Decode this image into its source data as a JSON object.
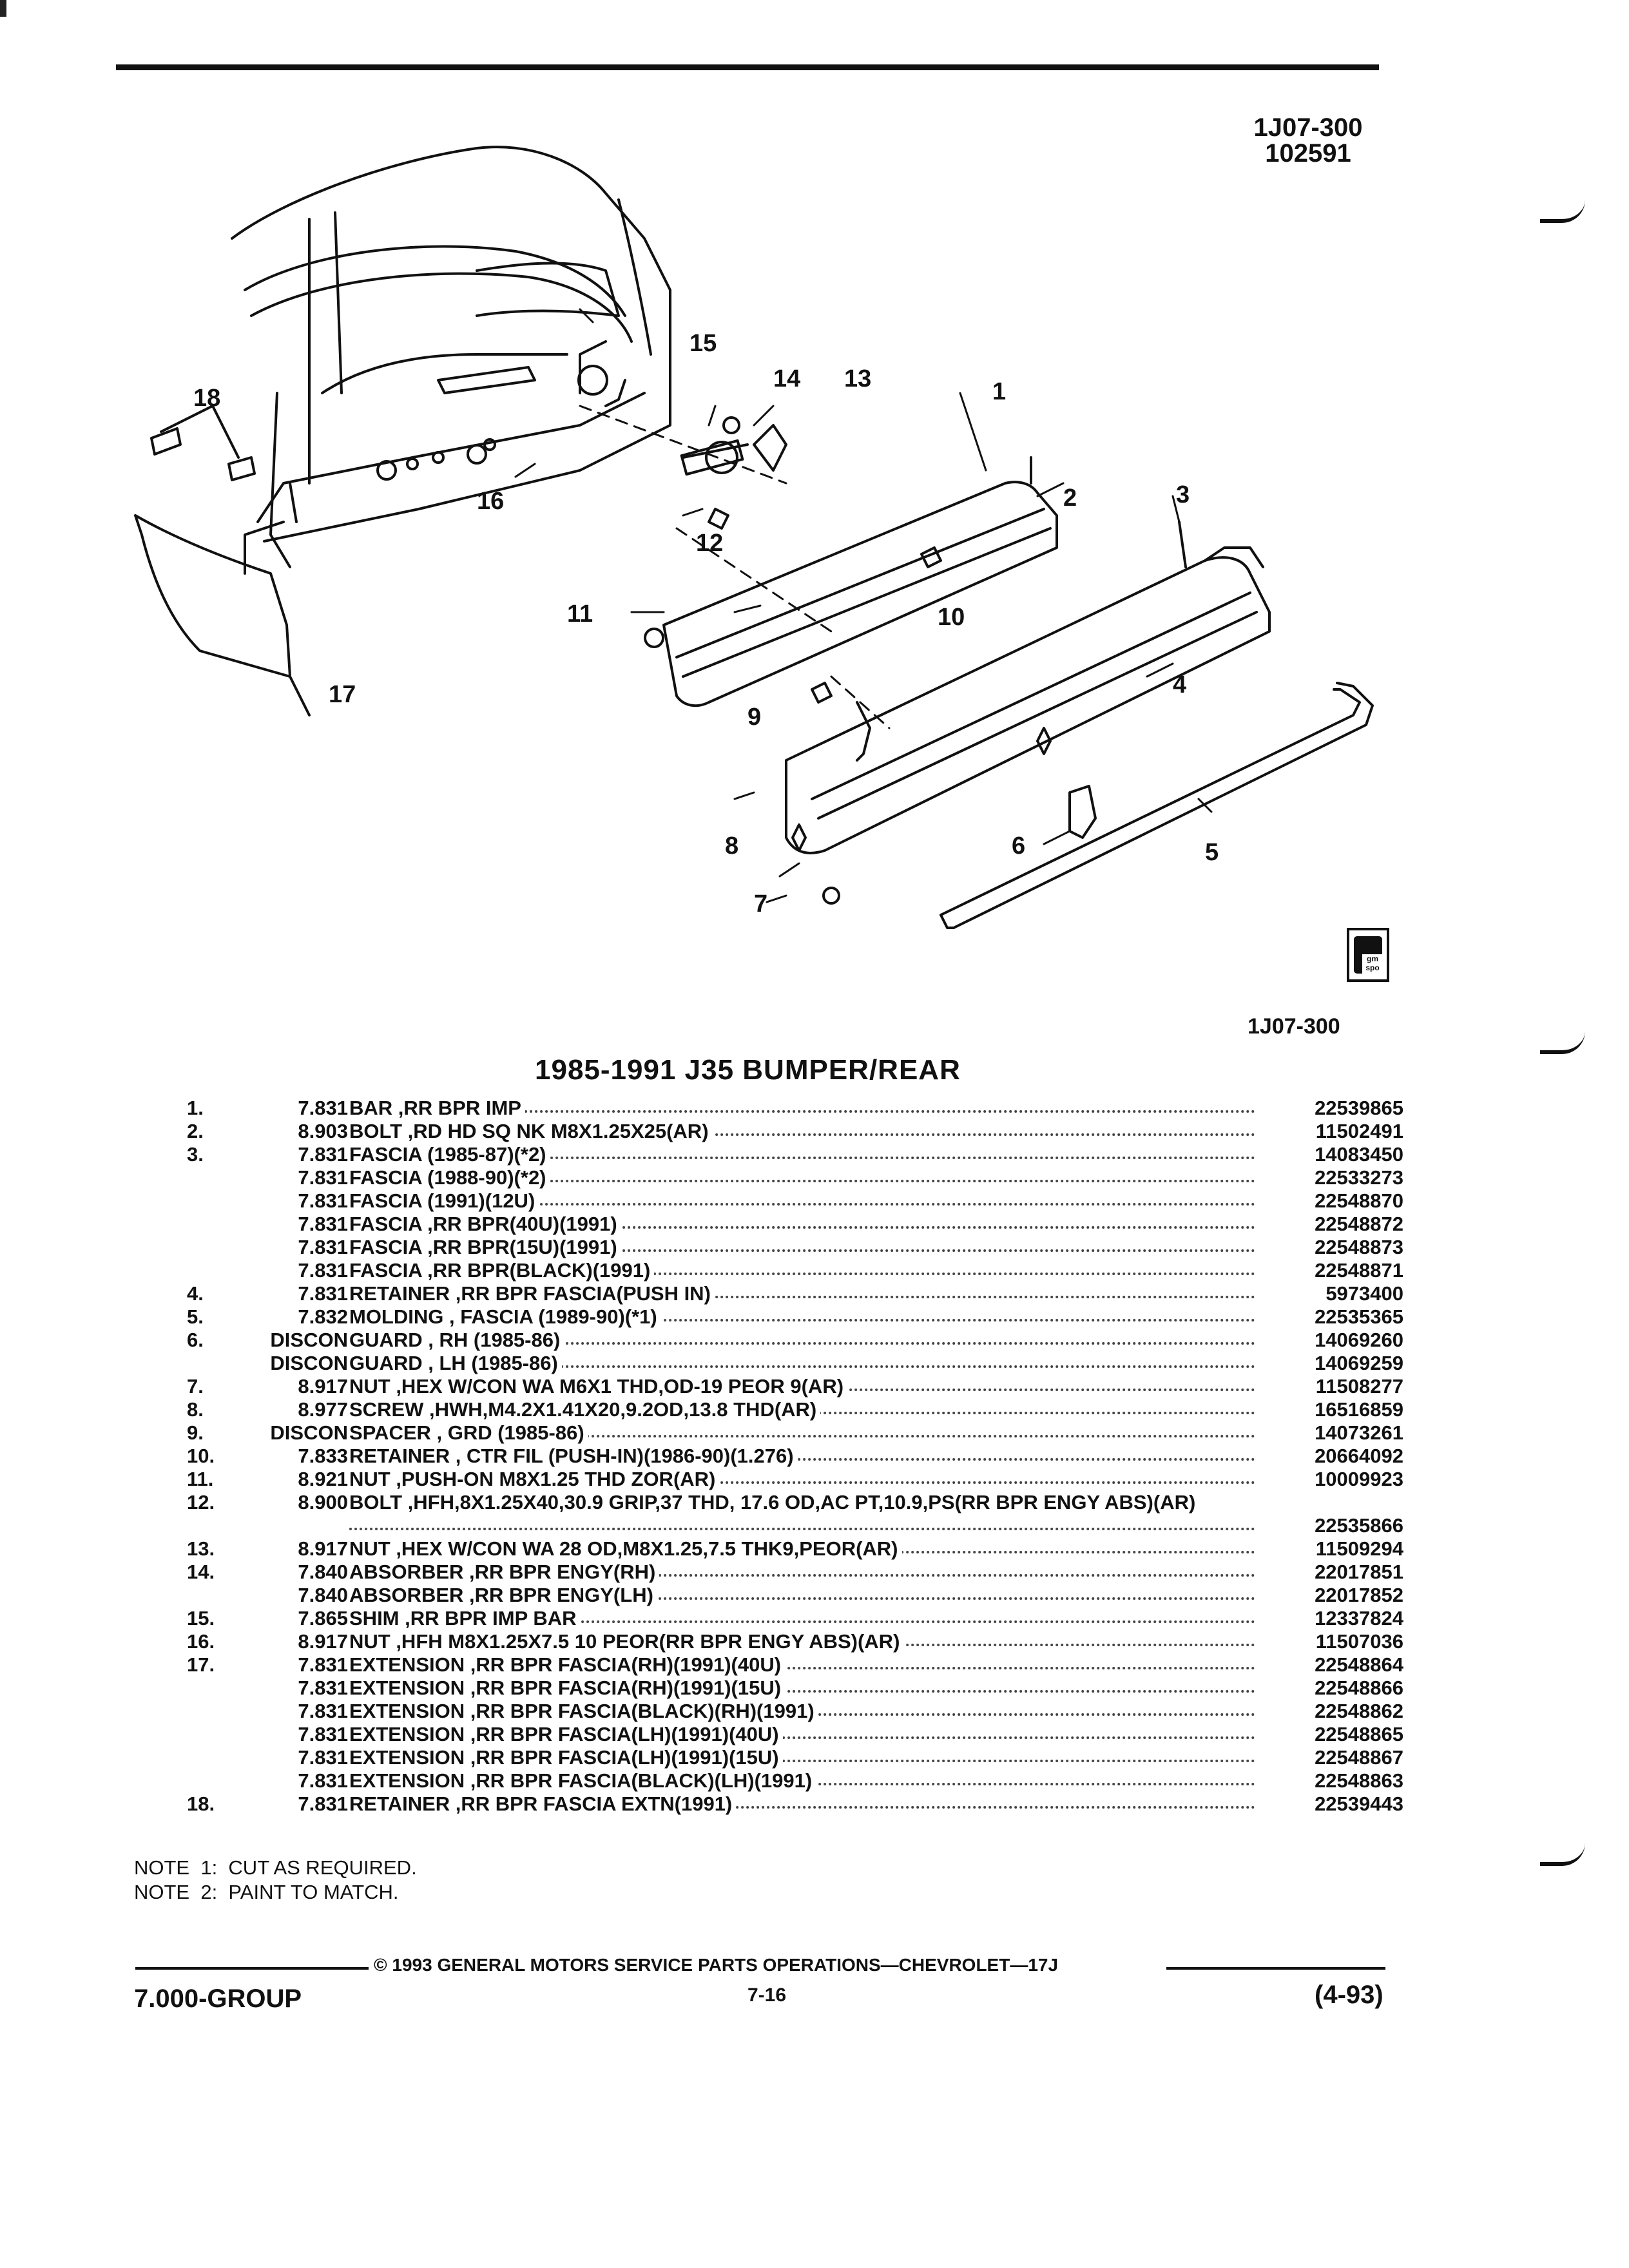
{
  "header": {
    "code_line1": "1J07-300",
    "code_line2": "102591"
  },
  "figure": {
    "callouts": [
      "1",
      "2",
      "3",
      "4",
      "5",
      "6",
      "7",
      "8",
      "9",
      "10",
      "11",
      "12",
      "13",
      "14",
      "15",
      "16",
      "17",
      "18"
    ],
    "code": "1J07-300",
    "icon_label": "gm spo",
    "icon": "gm-spo-logo-icon"
  },
  "title": "1985-1991 J35 BUMPER/REAR",
  "parts": [
    {
      "num": "1.",
      "group": "7.831",
      "desc": "BAR ,RR BPR IMP",
      "part": "22539865"
    },
    {
      "num": "2.",
      "group": "8.903",
      "desc": "BOLT ,RD HD SQ NK M8X1.25X25(AR)",
      "part": "11502491"
    },
    {
      "num": "3.",
      "group": "7.831",
      "desc": "FASCIA (1985-87)(*2)",
      "part": "14083450"
    },
    {
      "num": "",
      "group": "7.831",
      "desc": "FASCIA (1988-90)(*2)",
      "part": "22533273"
    },
    {
      "num": "",
      "group": "7.831",
      "desc": "FASCIA (1991)(12U)",
      "part": "22548870"
    },
    {
      "num": "",
      "group": "7.831",
      "desc": "FASCIA ,RR BPR(40U)(1991)",
      "part": "22548872"
    },
    {
      "num": "",
      "group": "7.831",
      "desc": "FASCIA ,RR BPR(15U)(1991)",
      "part": "22548873"
    },
    {
      "num": "",
      "group": "7.831",
      "desc": "FASCIA ,RR BPR(BLACK)(1991)",
      "part": "22548871"
    },
    {
      "num": "4.",
      "group": "7.831",
      "desc": "RETAINER ,RR BPR FASCIA(PUSH IN)",
      "part": "5973400"
    },
    {
      "num": "5.",
      "group": "7.832",
      "desc": "MOLDING , FASCIA (1989-90)(*1)",
      "part": "22535365"
    },
    {
      "num": "6.",
      "group": "DISCON",
      "desc": "GUARD , RH (1985-86)",
      "part": "14069260"
    },
    {
      "num": "",
      "group": "DISCON",
      "desc": "GUARD , LH (1985-86)",
      "part": "14069259"
    },
    {
      "num": "7.",
      "group": "8.917",
      "desc": "NUT ,HEX W/CON WA M6X1 THD,OD-19 PEOR 9(AR)",
      "part": "11508277"
    },
    {
      "num": "8.",
      "group": "8.977",
      "desc": "SCREW ,HWH,M4.2X1.41X20,9.2OD,13.8 THD(AR)",
      "part": "16516859"
    },
    {
      "num": "9.",
      "group": "DISCON",
      "desc": "SPACER , GRD (1985-86)",
      "part": "14073261"
    },
    {
      "num": "10.",
      "group": "7.833",
      "desc": "RETAINER , CTR FIL (PUSH-IN)(1986-90)(1.276)",
      "part": "20664092"
    },
    {
      "num": "11.",
      "group": "8.921",
      "desc": "NUT ,PUSH-ON M8X1.25 THD ZOR(AR)",
      "part": "10009923"
    },
    {
      "num": "12.",
      "group": "8.900",
      "desc": "BOLT ,HFH,8X1.25X40,30.9 GRIP,37 THD, 17.6 OD,AC PT,10.9,PS(RR BPR ENGY ABS)(AR)",
      "part": "22535866",
      "tall": true
    },
    {
      "num": "13.",
      "group": "8.917",
      "desc": "NUT ,HEX W/CON WA 28 OD,M8X1.25,7.5 THK9,PEOR(AR)",
      "part": "11509294"
    },
    {
      "num": "14.",
      "group": "7.840",
      "desc": "ABSORBER ,RR BPR ENGY(RH)",
      "part": "22017851"
    },
    {
      "num": "",
      "group": "7.840",
      "desc": "ABSORBER ,RR BPR ENGY(LH)",
      "part": "22017852"
    },
    {
      "num": "15.",
      "group": "7.865",
      "desc": "SHIM ,RR BPR IMP BAR",
      "part": "12337824"
    },
    {
      "num": "16.",
      "group": "8.917",
      "desc": "NUT ,HFH M8X1.25X7.5 10 PEOR(RR BPR ENGY ABS)(AR)",
      "part": "11507036"
    },
    {
      "num": "17.",
      "group": "7.831",
      "desc": "EXTENSION ,RR BPR FASCIA(RH)(1991)(40U)",
      "part": "22548864"
    },
    {
      "num": "",
      "group": "7.831",
      "desc": "EXTENSION ,RR BPR FASCIA(RH)(1991)(15U)",
      "part": "22548866"
    },
    {
      "num": "",
      "group": "7.831",
      "desc": "EXTENSION ,RR BPR FASCIA(BLACK)(RH)(1991)",
      "part": "22548862"
    },
    {
      "num": "",
      "group": "7.831",
      "desc": "EXTENSION ,RR BPR FASCIA(LH)(1991)(40U)",
      "part": "22548865"
    },
    {
      "num": "",
      "group": "7.831",
      "desc": "EXTENSION ,RR BPR FASCIA(LH)(1991)(15U)",
      "part": "22548867"
    },
    {
      "num": "",
      "group": "7.831",
      "desc": "EXTENSION ,RR BPR FASCIA(BLACK)(LH)(1991)",
      "part": "22548863"
    },
    {
      "num": "18.",
      "group": "7.831",
      "desc": "RETAINER ,RR BPR FASCIA EXTN(1991)",
      "part": "22539443"
    }
  ],
  "notes": [
    "NOTE  1:  CUT AS REQUIRED.",
    "NOTE  2:  PAINT TO MATCH."
  ],
  "footer": {
    "copyright": "© 1993 GENERAL MOTORS SERVICE PARTS OPERATIONS—CHEVROLET—17J",
    "group": "7.000-GROUP",
    "page": "7-16",
    "revision": "(4-93)"
  }
}
